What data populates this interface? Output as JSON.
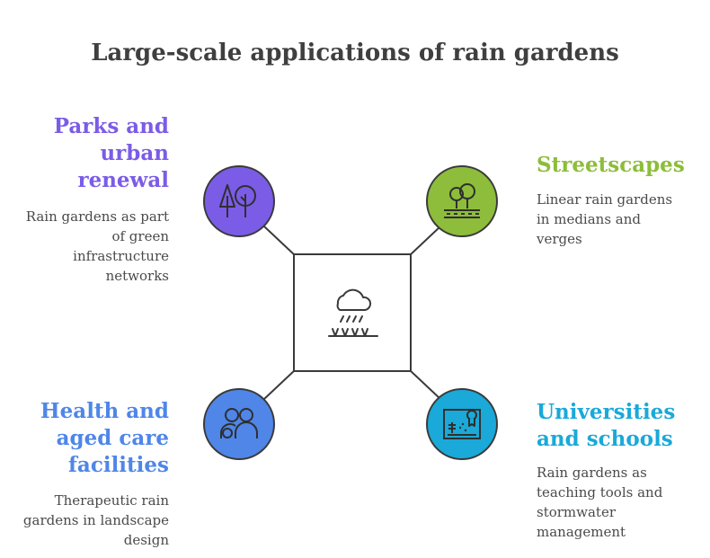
{
  "title": "Large-scale applications of rain gardens",
  "center": {
    "icon": "rain-cloud-grass-icon"
  },
  "items": [
    {
      "heading": "Parks and urban renewal",
      "description": "Rain gardens as part of green infrastructure networks",
      "color": "#7b5ce6",
      "icon": "trees-icon"
    },
    {
      "heading": "Streetscapes",
      "description": "Linear rain gardens in medians and verges",
      "color": "#8dbd3a",
      "icon": "street-trees-icon"
    },
    {
      "heading": "Health and aged care facilities",
      "description": "Therapeutic rain gardens in landscape design",
      "color": "#4f86e8",
      "icon": "people-icon"
    },
    {
      "heading": "Universities and schools",
      "description": "Rain gardens as teaching tools and stormwater management",
      "color": "#1aa9d8",
      "icon": "certificate-icon"
    }
  ]
}
